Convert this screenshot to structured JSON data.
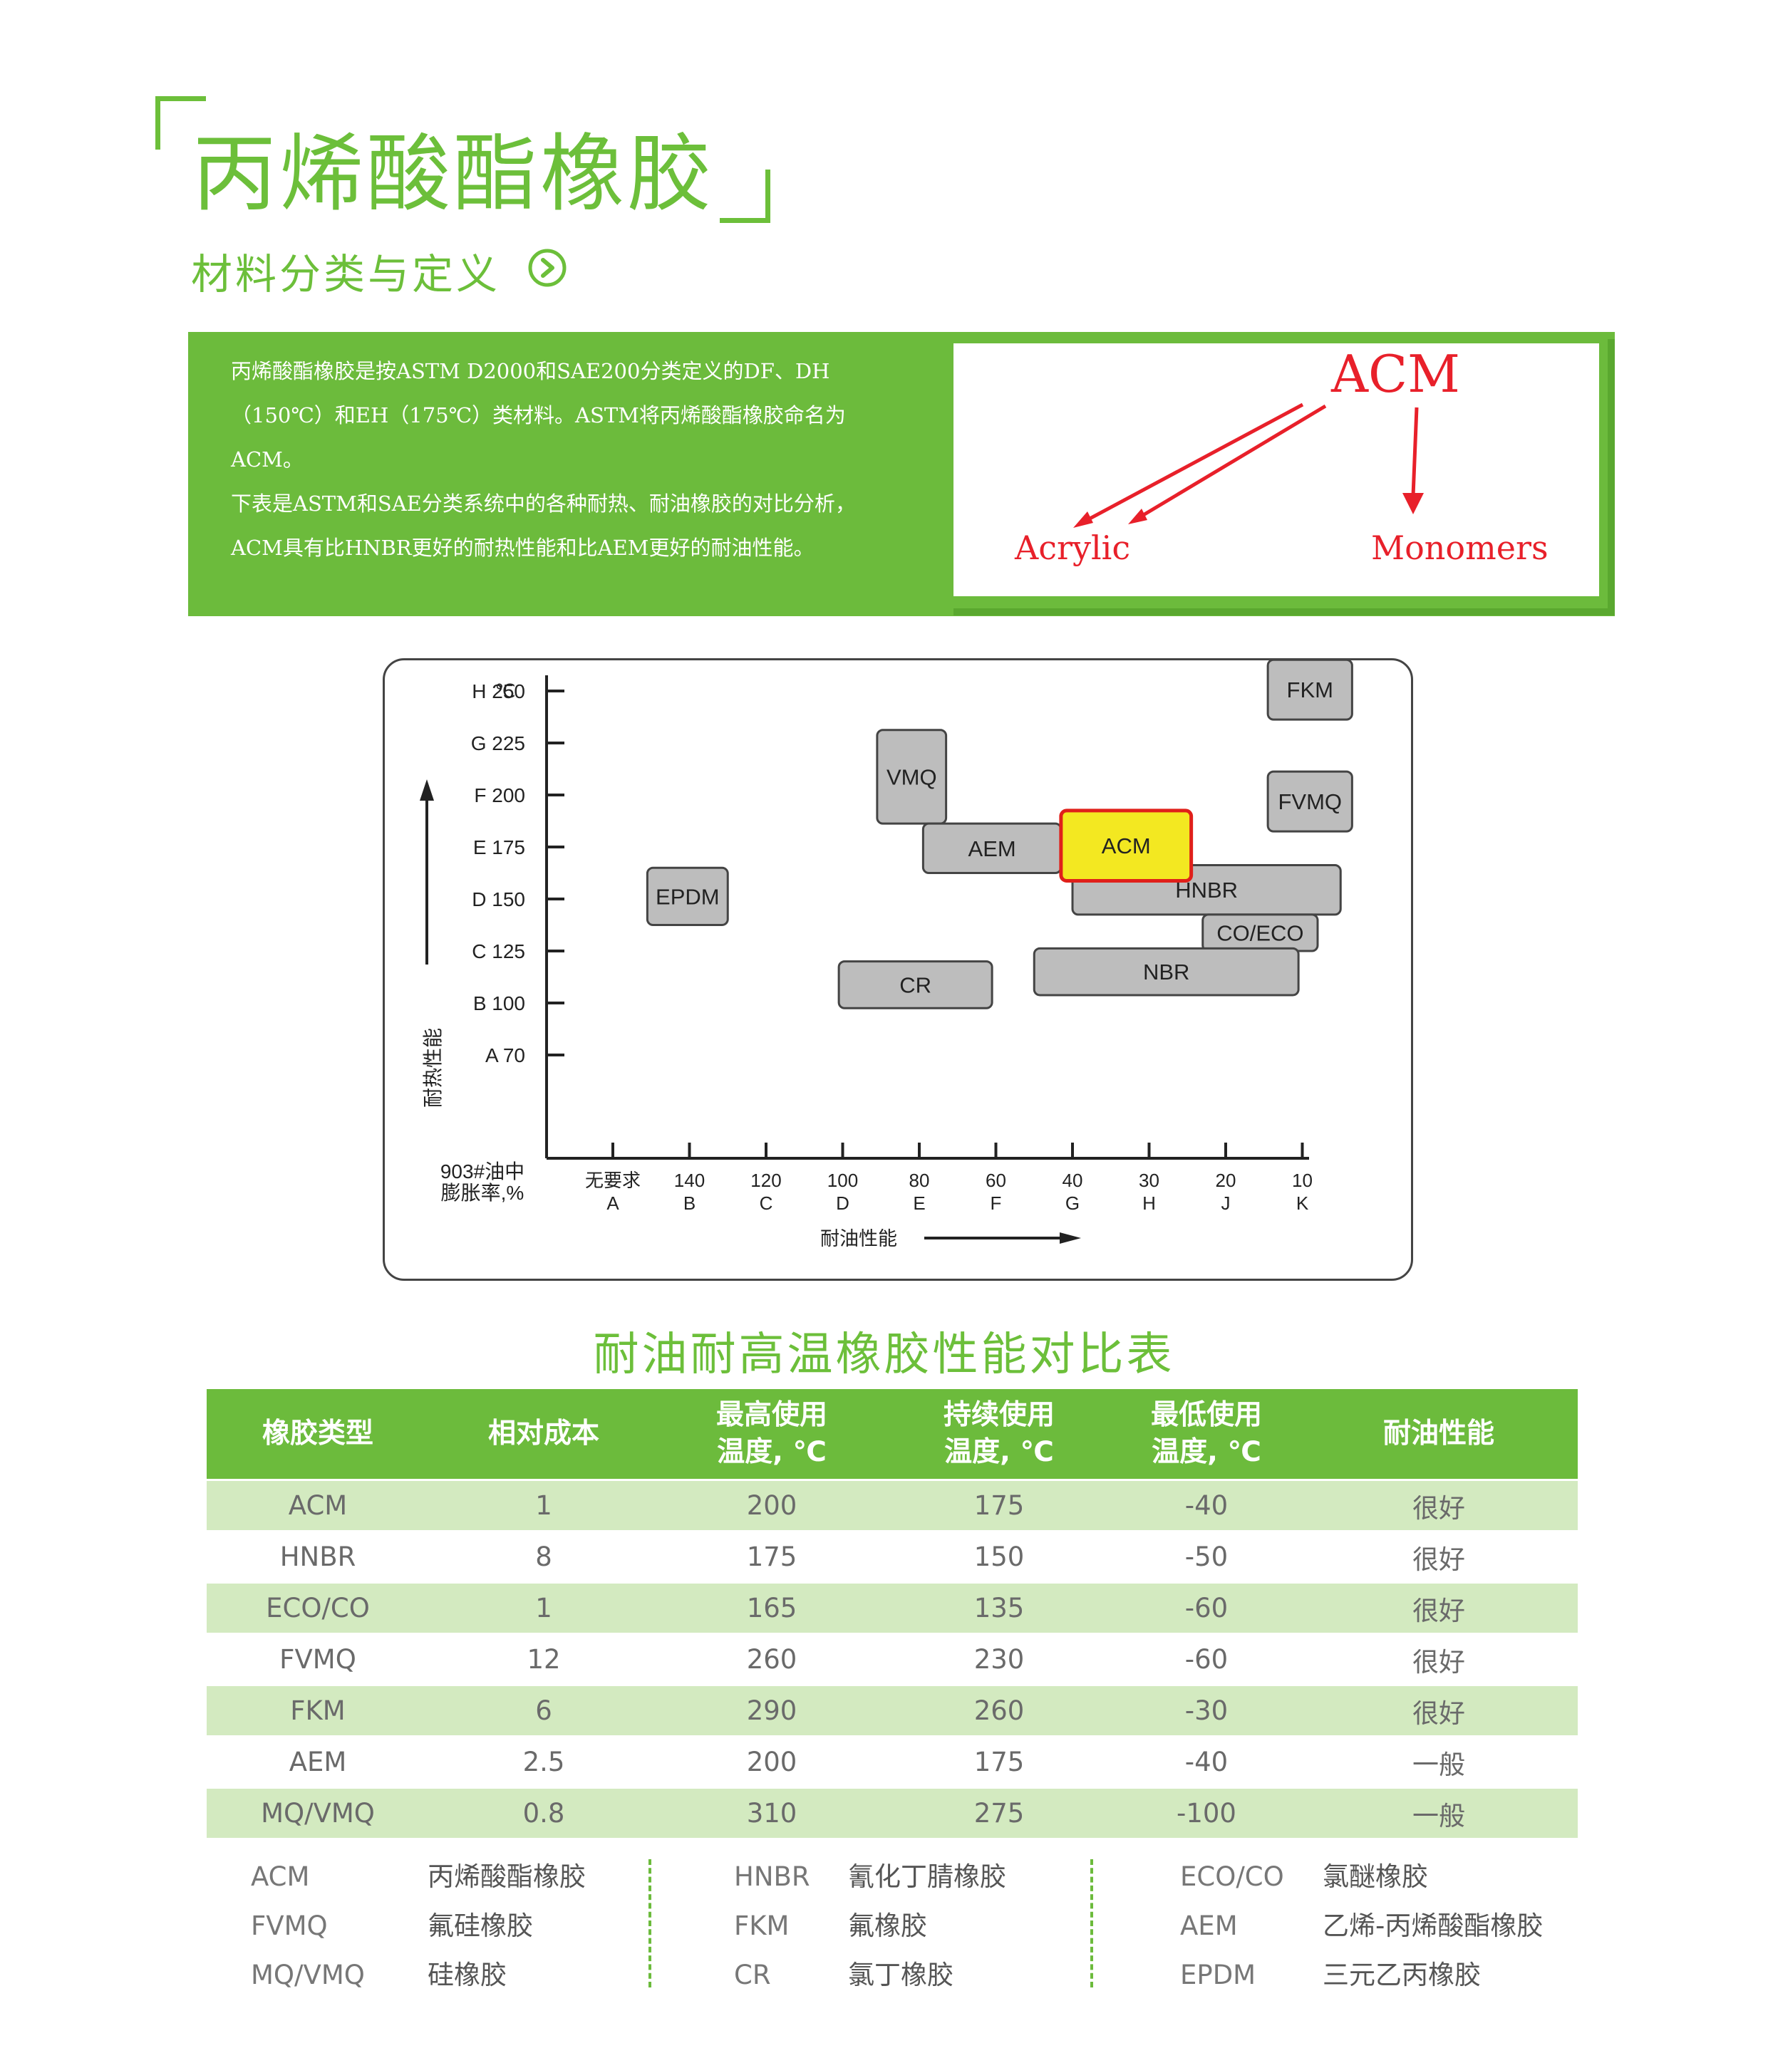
{
  "header": {
    "title": "丙烯酸酯橡胶",
    "subtitle": "材料分类与定义",
    "accent_color": "#6cbf3a"
  },
  "intro": {
    "lines": [
      "丙烯酸酯橡胶是按ASTM D2000和SAE200分类定义的DF、DH",
      "（150℃）和EH（175℃）类材料。ASTM将丙烯酸酯橡胶命名为",
      "ACM。",
      "下表是ASTM和SAE分类系统中的各种耐热、耐油橡胶的对比分析，",
      "ACM具有比HNBR更好的耐热性能和比AEM更好的耐油性能。"
    ]
  },
  "acronym": {
    "abbr": "ACM",
    "word1": "Acrylic",
    "word2": "Monomers",
    "color": "#e8202a"
  },
  "chart_data": {
    "type": "range-map",
    "y_axis_label": "耐热性能",
    "y_unit": "℃",
    "y_ticks": [
      "A 70",
      "B 100",
      "C 125",
      "D 150",
      "E 175",
      "F 200",
      "G 225",
      "H 250"
    ],
    "x_axis_caption": "903#油中\n膨胀率,%",
    "x_axis_label": "耐油性能",
    "x_ticks": [
      {
        "value": "无要求",
        "grade": "A"
      },
      {
        "value": "140",
        "grade": "B"
      },
      {
        "value": "120",
        "grade": "C"
      },
      {
        "value": "100",
        "grade": "D"
      },
      {
        "value": "80",
        "grade": "E"
      },
      {
        "value": "60",
        "grade": "F"
      },
      {
        "value": "40",
        "grade": "G"
      },
      {
        "value": "30",
        "grade": "H"
      },
      {
        "value": "20",
        "grade": "J"
      },
      {
        "value": "10",
        "grade": "K"
      }
    ],
    "materials": [
      {
        "name": "FKM",
        "x": [
          9.55,
          10.65
        ],
        "y": [
          7.45,
          8.6
        ],
        "highlight": false
      },
      {
        "name": "VMQ",
        "x": [
          4.45,
          5.35
        ],
        "y": [
          5.45,
          7.25
        ],
        "highlight": false
      },
      {
        "name": "FVMQ",
        "x": [
          9.55,
          10.65
        ],
        "y": [
          5.3,
          6.45
        ],
        "highlight": false
      },
      {
        "name": "AEM",
        "x": [
          5.05,
          6.85
        ],
        "y": [
          4.5,
          5.45
        ],
        "highlight": false
      },
      {
        "name": "ACM",
        "x": [
          6.85,
          8.55
        ],
        "y": [
          4.35,
          5.7
        ],
        "highlight": true
      },
      {
        "name": "HNBR",
        "x": [
          7.0,
          10.5
        ],
        "y": [
          3.7,
          4.65
        ],
        "highlight": false
      },
      {
        "name": "EPDM",
        "x": [
          1.45,
          2.5
        ],
        "y": [
          3.5,
          4.6
        ],
        "highlight": false
      },
      {
        "name": "CO/ECO",
        "x": [
          8.7,
          10.2
        ],
        "y": [
          3.0,
          3.7
        ],
        "highlight": false
      },
      {
        "name": "NBR",
        "x": [
          6.5,
          9.95
        ],
        "y": [
          2.15,
          3.05
        ],
        "highlight": false
      },
      {
        "name": "CR",
        "x": [
          3.95,
          5.95
        ],
        "y": [
          1.9,
          2.8
        ],
        "highlight": false
      }
    ],
    "highlight_color": "#f3e821",
    "highlight_border": "#e0201a"
  },
  "table": {
    "title": "耐油耐高温橡胶性能对比表",
    "headers": [
      "橡胶类型",
      "相对成本",
      "最高使用\n温度, ℃",
      "持续使用\n温度, ℃",
      "最低使用\n温度, ℃",
      "耐油性能"
    ],
    "rows": [
      [
        "ACM",
        "1",
        "200",
        "175",
        "-40",
        "很好"
      ],
      [
        "HNBR",
        "8",
        "175",
        "150",
        "-50",
        "很好"
      ],
      [
        "ECO/CO",
        "1",
        "165",
        "135",
        "-60",
        "很好"
      ],
      [
        "FVMQ",
        "12",
        "260",
        "230",
        "-60",
        "很好"
      ],
      [
        "FKM",
        "6",
        "290",
        "260",
        "-30",
        "很好"
      ],
      [
        "AEM",
        "2.5",
        "200",
        "175",
        "-40",
        "一般"
      ],
      [
        "MQ/VMQ",
        "0.8",
        "310",
        "275",
        "-100",
        "一般"
      ]
    ]
  },
  "legend": [
    {
      "abbr": [
        "ACM",
        "FVMQ",
        "MQ/VMQ"
      ],
      "name": [
        "丙烯酸酯橡胶",
        "氟硅橡胶",
        "硅橡胶"
      ]
    },
    {
      "abbr": [
        "HNBR",
        "FKM",
        "CR"
      ],
      "name": [
        "氰化丁腈橡胶",
        "氟橡胶",
        "氯丁橡胶"
      ]
    },
    {
      "abbr": [
        "ECO/CO",
        "AEM",
        "EPDM"
      ],
      "name": [
        "氯醚橡胶",
        "乙烯-丙烯酸酯橡胶",
        "三元乙丙橡胶"
      ]
    }
  ]
}
